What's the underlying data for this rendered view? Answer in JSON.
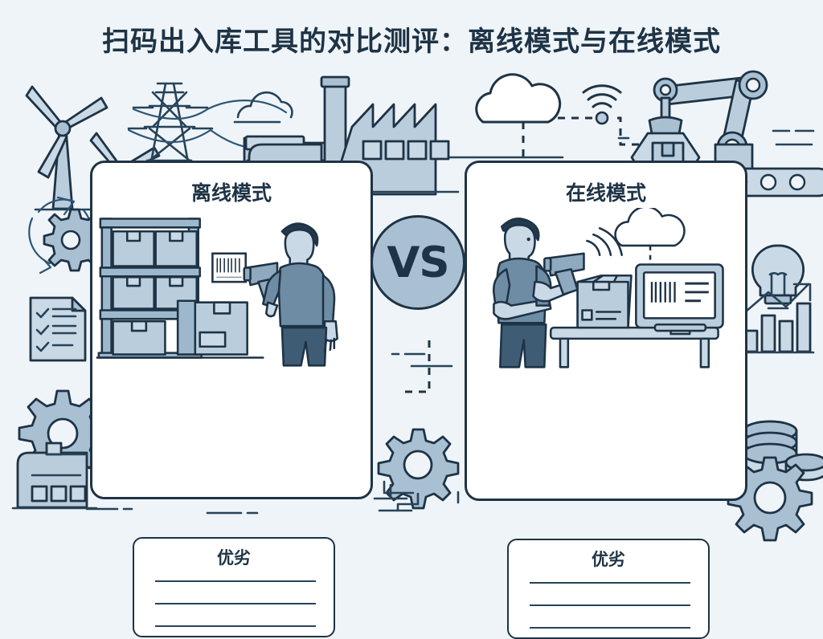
{
  "page": {
    "title": "扫码出入库工具的对比测评：离线模式与在线模式",
    "background_color": "#eef4f8",
    "ink_color": "#1e3345",
    "fill_color": "#a9c0d2",
    "fill_light": "#c4d4e0",
    "card_background": "#ffffff"
  },
  "center": {
    "vs_label": "VS"
  },
  "cards": [
    {
      "id": "offline",
      "title": "离线模式",
      "pros_box": {
        "title": "优劣",
        "line_count": 3
      },
      "illustration": {
        "name": "warehouse-offline-scan-illustration",
        "elements": [
          "shelf-rack",
          "cardboard-boxes",
          "barcode-label",
          "handheld-scanner",
          "worker-person"
        ]
      }
    },
    {
      "id": "online",
      "title": "在线模式",
      "pros_box": {
        "title": "优劣",
        "line_count": 3
      },
      "illustration": {
        "name": "desk-online-scan-illustration",
        "elements": [
          "worker-person",
          "handheld-scanner",
          "wifi-signal",
          "cloud",
          "cardboard-box",
          "desk",
          "monitor-with-barcode"
        ]
      }
    }
  ],
  "background_icons": [
    {
      "name": "wind-turbine-large-icon"
    },
    {
      "name": "wind-turbine-small-icon"
    },
    {
      "name": "power-transmission-tower-icon"
    },
    {
      "name": "cloud-outline-icon"
    },
    {
      "name": "factory-buildings-icon"
    },
    {
      "name": "smokestack-icon"
    },
    {
      "name": "cloud-icon"
    },
    {
      "name": "wifi-signal-icon"
    },
    {
      "name": "robot-arm-icon"
    },
    {
      "name": "conveyor-belt-icon"
    },
    {
      "name": "recycle-arrows-gear-icon"
    },
    {
      "name": "checklist-document-icon"
    },
    {
      "name": "gear-large-icon"
    },
    {
      "name": "factory-small-icon"
    },
    {
      "name": "center-gear-icon"
    },
    {
      "name": "dashed-connector-lines"
    },
    {
      "name": "lightbulb-icon"
    },
    {
      "name": "bar-chart-growth-icon"
    },
    {
      "name": "coin-stack-icon"
    },
    {
      "name": "gear-bottom-right-icon"
    }
  ]
}
